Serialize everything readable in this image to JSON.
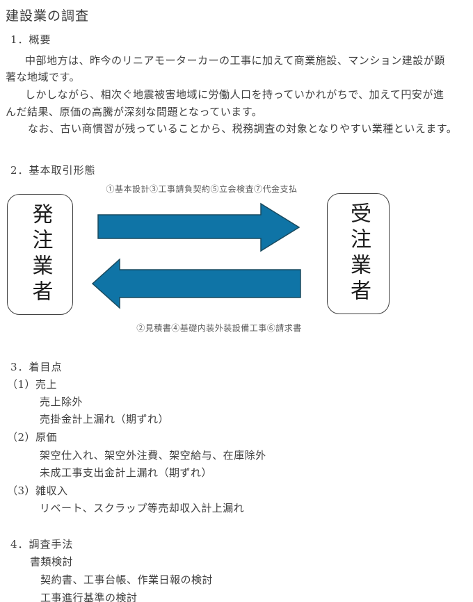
{
  "page": {
    "title": "建設業の調査"
  },
  "overview": {
    "heading": "1．概要",
    "lines": [
      "中部地方は、昨今のリニアモーターカーの工事に加えて商業施設、マンション建設が顕",
      "著な地域です。",
      "しかしながら、相次ぐ地震被害地域に労働人口を持っていかれがちで、加えて円安が進",
      "んだ結果、原価の高騰が深刻な問題となっています。",
      "なお、古い商慣習が残っていることから、税務調査の対象となりやすい業種といえます。"
    ]
  },
  "diagram": {
    "heading": "2．基本取引形態",
    "top_label": "①基本設計③工事請負契約⑤立会検査⑦代金支払",
    "bottom_label": "②見積書④基礎内装外装設備工事⑥請求書",
    "left_box": "発注業者",
    "right_box": "受注業者",
    "arrow_fill": "#0f74a6",
    "arrow_stroke": "#1a4a5e"
  },
  "points": {
    "heading": "3．着目点",
    "groups": [
      {
        "title": "（1）売上",
        "items": [
          "売上除外",
          "売掛金計上漏れ（期ずれ）"
        ]
      },
      {
        "title": "（2）原価",
        "items": [
          "架空仕入れ、架空外注費、架空給与、在庫除外",
          "未成工事支出金計上漏れ（期ずれ）"
        ]
      },
      {
        "title": "（3）雑収入",
        "items": [
          "リベート、スクラップ等売却収入計上漏れ"
        ]
      }
    ]
  },
  "methods": {
    "heading": "4．調査手法",
    "category": "書類検討",
    "items": [
      "契約書、工事台帳、作業日報の検討",
      "工事進行基準の検討"
    ]
  }
}
